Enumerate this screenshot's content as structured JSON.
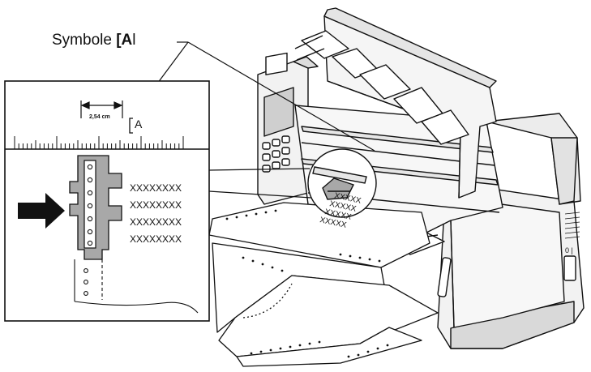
{
  "callout": {
    "label": "Symbole",
    "symbol_bracket": "[",
    "symbol_letter": "A",
    "symbol_tail": "l"
  },
  "inset": {
    "ruler_measure": "2,54 cm",
    "ruler_symbol": "A",
    "text_rows": [
      "XXXXXXXX",
      "XXXXXXXX",
      "XXXXXXXX",
      "XXXXXXXX"
    ]
  },
  "printer": {
    "switch_label": "0 |",
    "paper_marks": [
      "XXXXX",
      "XXXXX",
      "XXXXX",
      "XXXXX"
    ]
  },
  "colors": {
    "line": "#111111",
    "fill_gray": "#a8a8a8",
    "paper": "#ffffff",
    "body_light": "#f2f2f2",
    "body_mid": "#d9d9d9"
  }
}
